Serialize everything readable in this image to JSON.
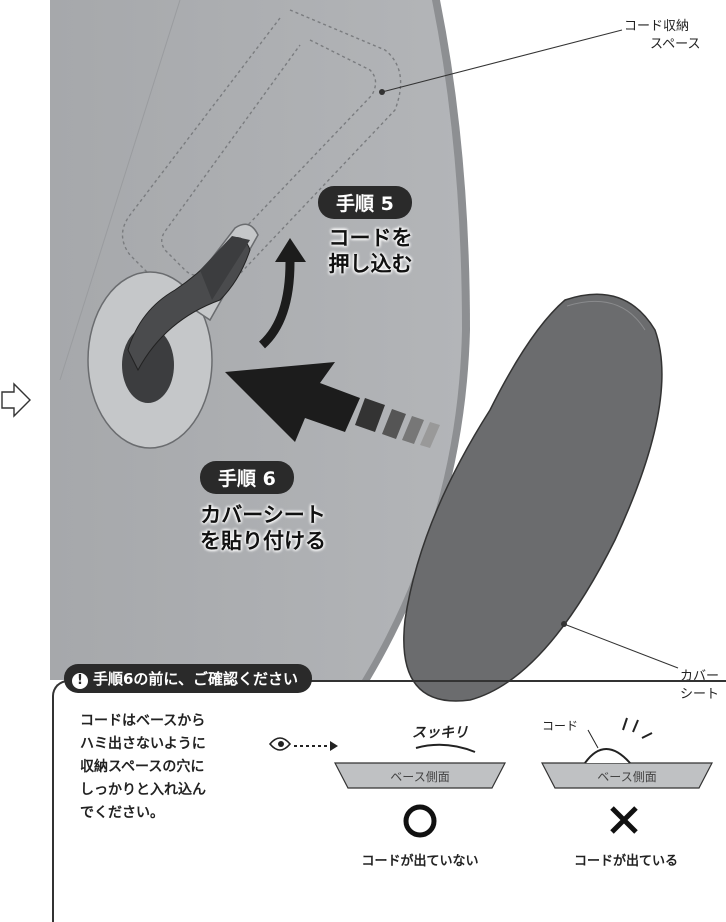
{
  "callouts": {
    "cord_space_line1": "コード収納",
    "cord_space_line2": "スペース",
    "cover_sheet_line1": "カバー",
    "cover_sheet_line2": "シート"
  },
  "step5": {
    "badge": "手順 5",
    "line1": "コードを",
    "line2": "押し込む"
  },
  "step6": {
    "badge": "手順 6",
    "line1": "カバーシート",
    "line2": "を貼り付ける"
  },
  "confirm": {
    "title": "手順6の前に、ご確認ください",
    "instruction": [
      "コードはベースから",
      "ハミ出さないように",
      "収納スペースの穴に",
      "しっかりと入れ込ん",
      "でください。"
    ],
    "good": {
      "sound": "スッキリ",
      "base": "ベース側面",
      "mark": "○",
      "caption": "コードが出ていない"
    },
    "bad": {
      "cord": "コード",
      "base": "ベース側面",
      "mark": "✕",
      "caption": "コードが出ている"
    }
  },
  "colors": {
    "base": "#a9abae",
    "base_edge": "#7e8083",
    "cover": "#6b6c6e",
    "arrow": "#1c1c1c",
    "badge": "#2a2a2a"
  }
}
